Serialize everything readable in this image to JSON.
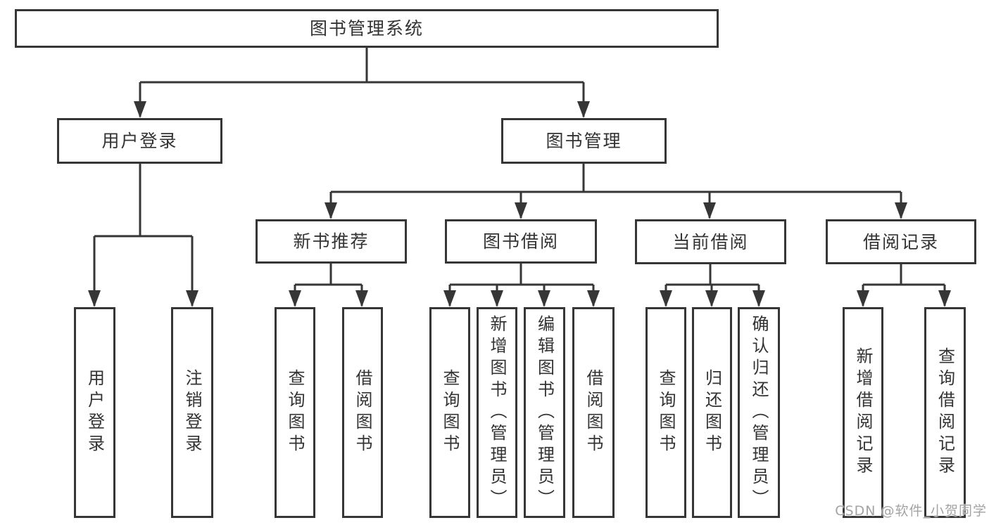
{
  "colors": {
    "line": "#363636",
    "text": "#333333",
    "watermark": "#a3a3a3",
    "background": "#ffffff"
  },
  "watermark": "CSDN @软件_小贺同学",
  "tree": {
    "root": {
      "label": "图书管理系统"
    },
    "branches": {
      "user_login": {
        "label": "用户登录",
        "children": {
          "login": {
            "label": "用户登录"
          },
          "logout": {
            "label": "注销登录"
          }
        }
      },
      "book_mgmt": {
        "label": "图书管理",
        "children": {
          "new_books": {
            "label": "新书推荐",
            "children": {
              "query": {
                "label": "查询图书"
              },
              "borrow": {
                "label": "借阅图书"
              }
            }
          },
          "book_borrow": {
            "label": "图书借阅",
            "children": {
              "query": {
                "label": "查询图书"
              },
              "add": {
                "label": "新增图书（管理员）"
              },
              "edit": {
                "label": "编辑图书（管理员）"
              },
              "borrow": {
                "label": "借阅图书"
              }
            }
          },
          "current_borrow": {
            "label": "当前借阅",
            "children": {
              "query": {
                "label": "查询图书"
              },
              "return": {
                "label": "归还图书"
              },
              "confirm_return": {
                "label": "确认归还（管理员）"
              }
            }
          },
          "borrow_records": {
            "label": "借阅记录",
            "children": {
              "add": {
                "label": "新增借阅记录"
              },
              "query": {
                "label": "查询借阅记录"
              }
            }
          }
        }
      }
    }
  }
}
